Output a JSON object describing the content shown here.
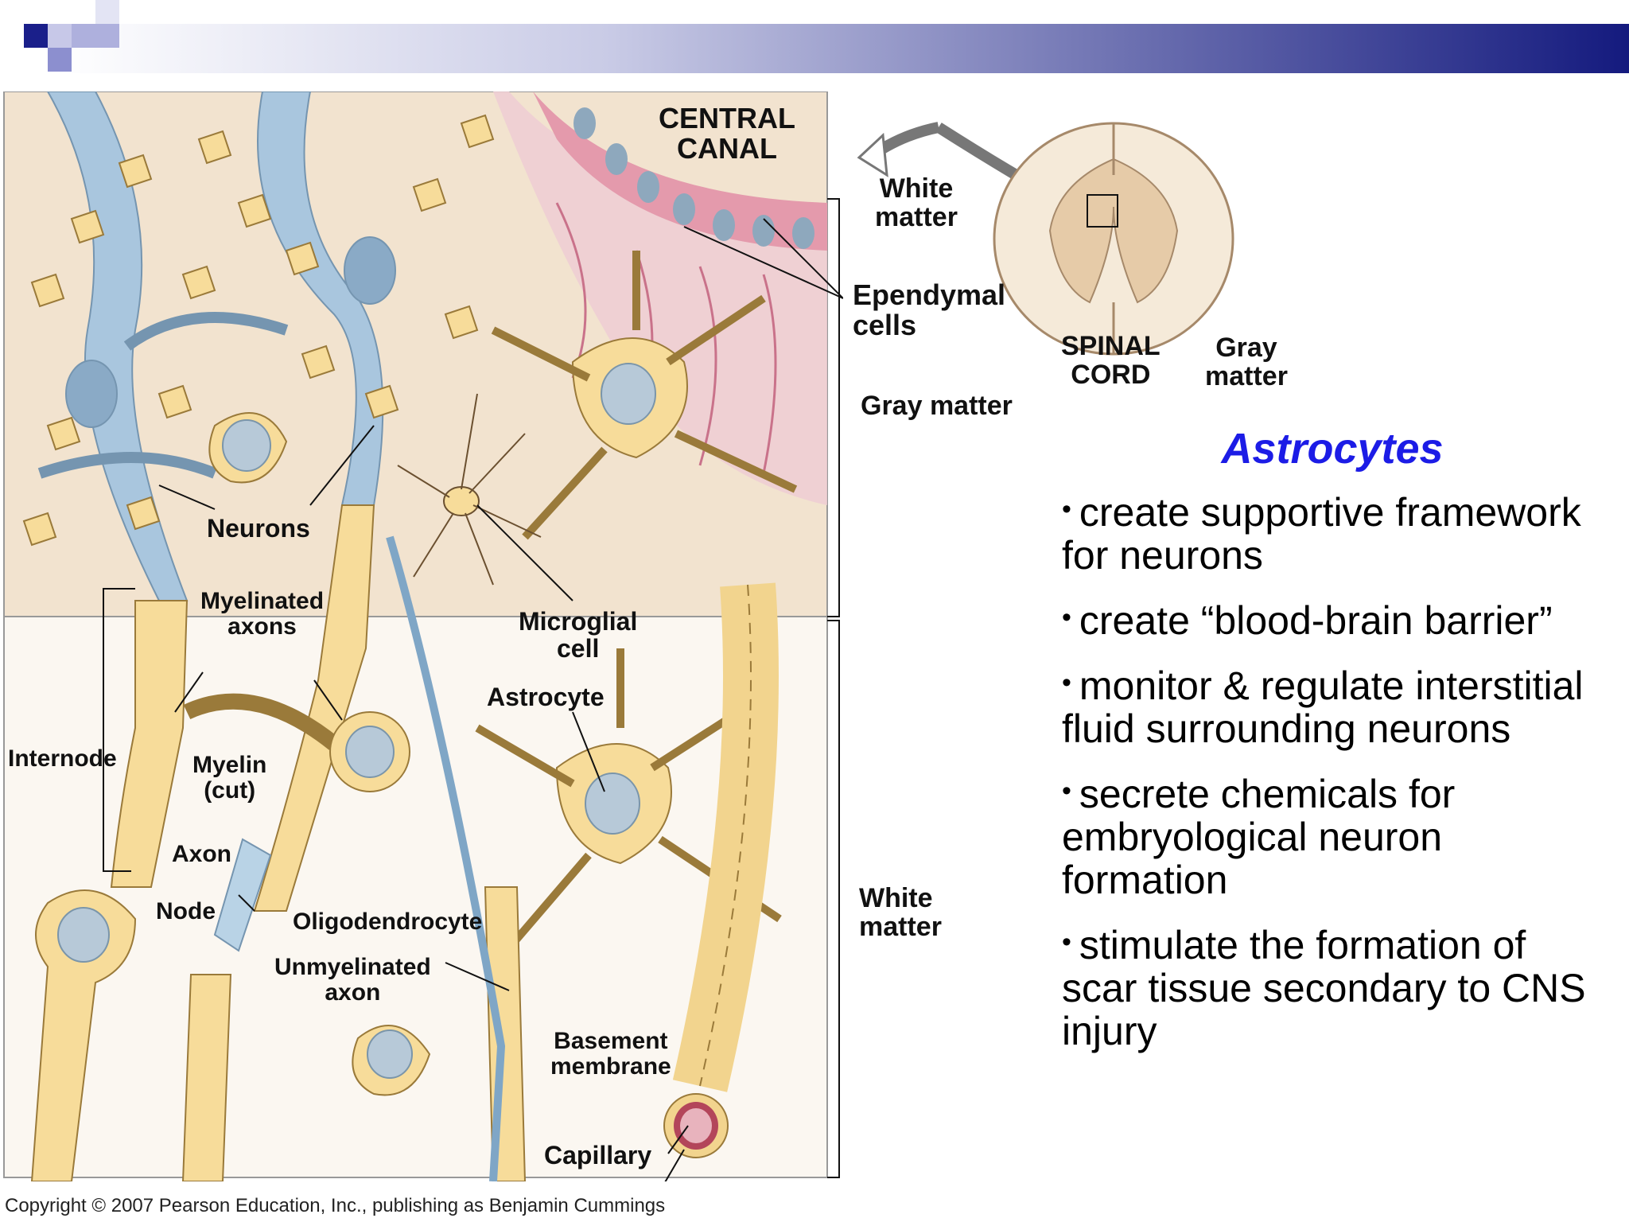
{
  "colors": {
    "header_dark": "#161a7a",
    "header_light": "#ffffff",
    "accent_square": "#1a1f8a",
    "title_blue": "#1c1ce6",
    "gray_matter_bg": "#f2e3cf",
    "white_matter_bg": "#fbf7f1",
    "astrocyte": "#f7dc9a",
    "astrocyte_outline": "#9a7a3a",
    "neuron_blue": "#a9c6de",
    "ependymal_pink": "#e9b0bd",
    "capillary_red": "#b3455a"
  },
  "diagram": {
    "labels": {
      "central_canal": "CENTRAL\nCANAL",
      "white_matter_top": "White\nmatter",
      "ependymal_cells": "Ependymal\ncells",
      "spinal_cord": "SPINAL\nCORD",
      "gray_matter_cord": "Gray\nmatter",
      "gray_matter_side": "Gray matter",
      "neurons": "Neurons",
      "myelinated_axons": "Myelinated\naxons",
      "microglial_cell": "Microglial\ncell",
      "astrocyte": "Astrocyte",
      "internode": "Internode",
      "myelin_cut": "Myelin\n(cut)",
      "axon": "Axon",
      "node": "Node",
      "oligodendrocyte": "Oligodendrocyte",
      "unmyelinated_axon": "Unmyelinated\naxon",
      "white_matter_side": "White\nmatter",
      "basement_membrane": "Basement\nmembrane",
      "capillary": "Capillary"
    },
    "copyright": "Copyright © 2007 Pearson Education, Inc., publishing as Benjamin Cummings"
  },
  "panel": {
    "title": "Astrocytes",
    "bullets": [
      "create supportive framework for neurons",
      "create “blood-brain barrier”",
      "monitor & regulate interstitial fluid surrounding neurons",
      "secrete chemicals for embryological neuron formation",
      "stimulate the formation of scar tissue secondary to CNS injury"
    ]
  }
}
